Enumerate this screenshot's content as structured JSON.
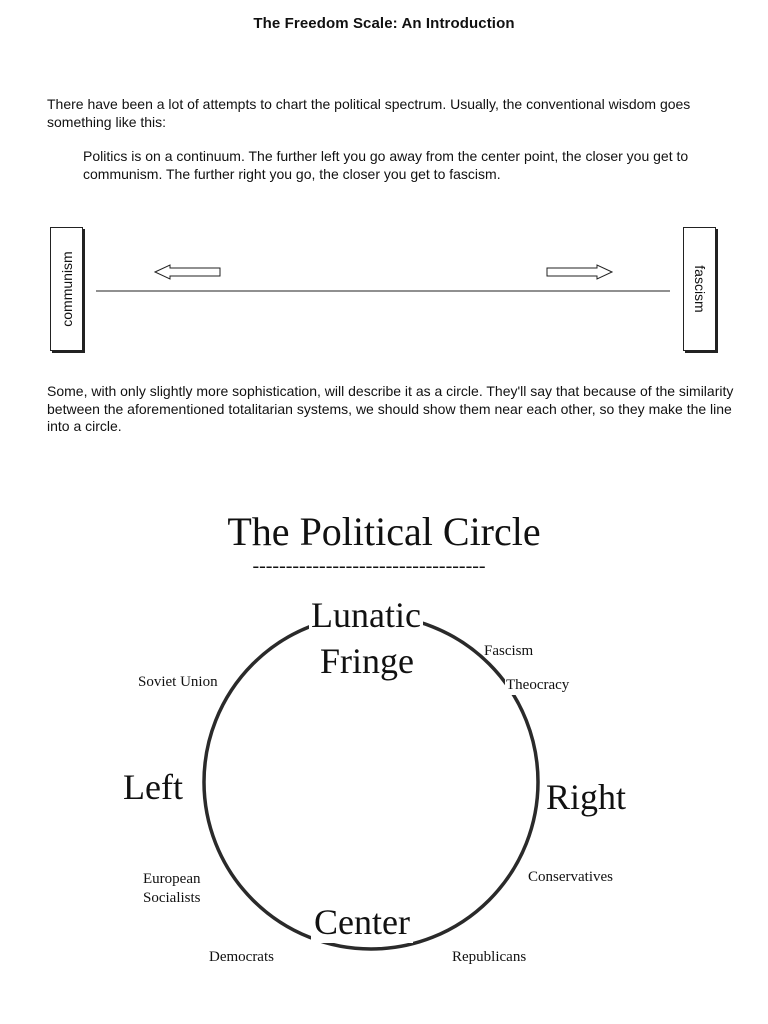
{
  "document": {
    "title": "The Freedom Scale: An Introduction",
    "paragraph1": "There have been a lot of attempts to chart the political spectrum. Usually, the conventional wisdom goes something like this:",
    "quote": "Politics is on a continuum. The further left you go away from the center point, the closer you get to communism. The further right you go, the closer you get to fascism.",
    "paragraph2": "Some, with only slightly more sophistication, will describe it as a circle. They'll say that because of the similarity between the aforementioned totalitarian systems, we should show them near each other, so they make the line into a circle."
  },
  "spectrum_diagram": {
    "left_end": "communism",
    "right_end": "fascism"
  },
  "circle_diagram": {
    "title": "The Political Circle",
    "rule": "-----------------------------------",
    "top_label_line1": "Lunatic",
    "top_label_line2": "Fringe",
    "left_label": "Left",
    "right_label": "Right",
    "bottom_label": "Center",
    "soviet_union": "Soviet Union",
    "fascism": "Fascism",
    "theocracy": "Theocracy",
    "european_line1": "European",
    "european_line2": "Socialists",
    "conservatives": "Conservatives",
    "democrats": "Democrats",
    "republicans": "Republicans"
  }
}
